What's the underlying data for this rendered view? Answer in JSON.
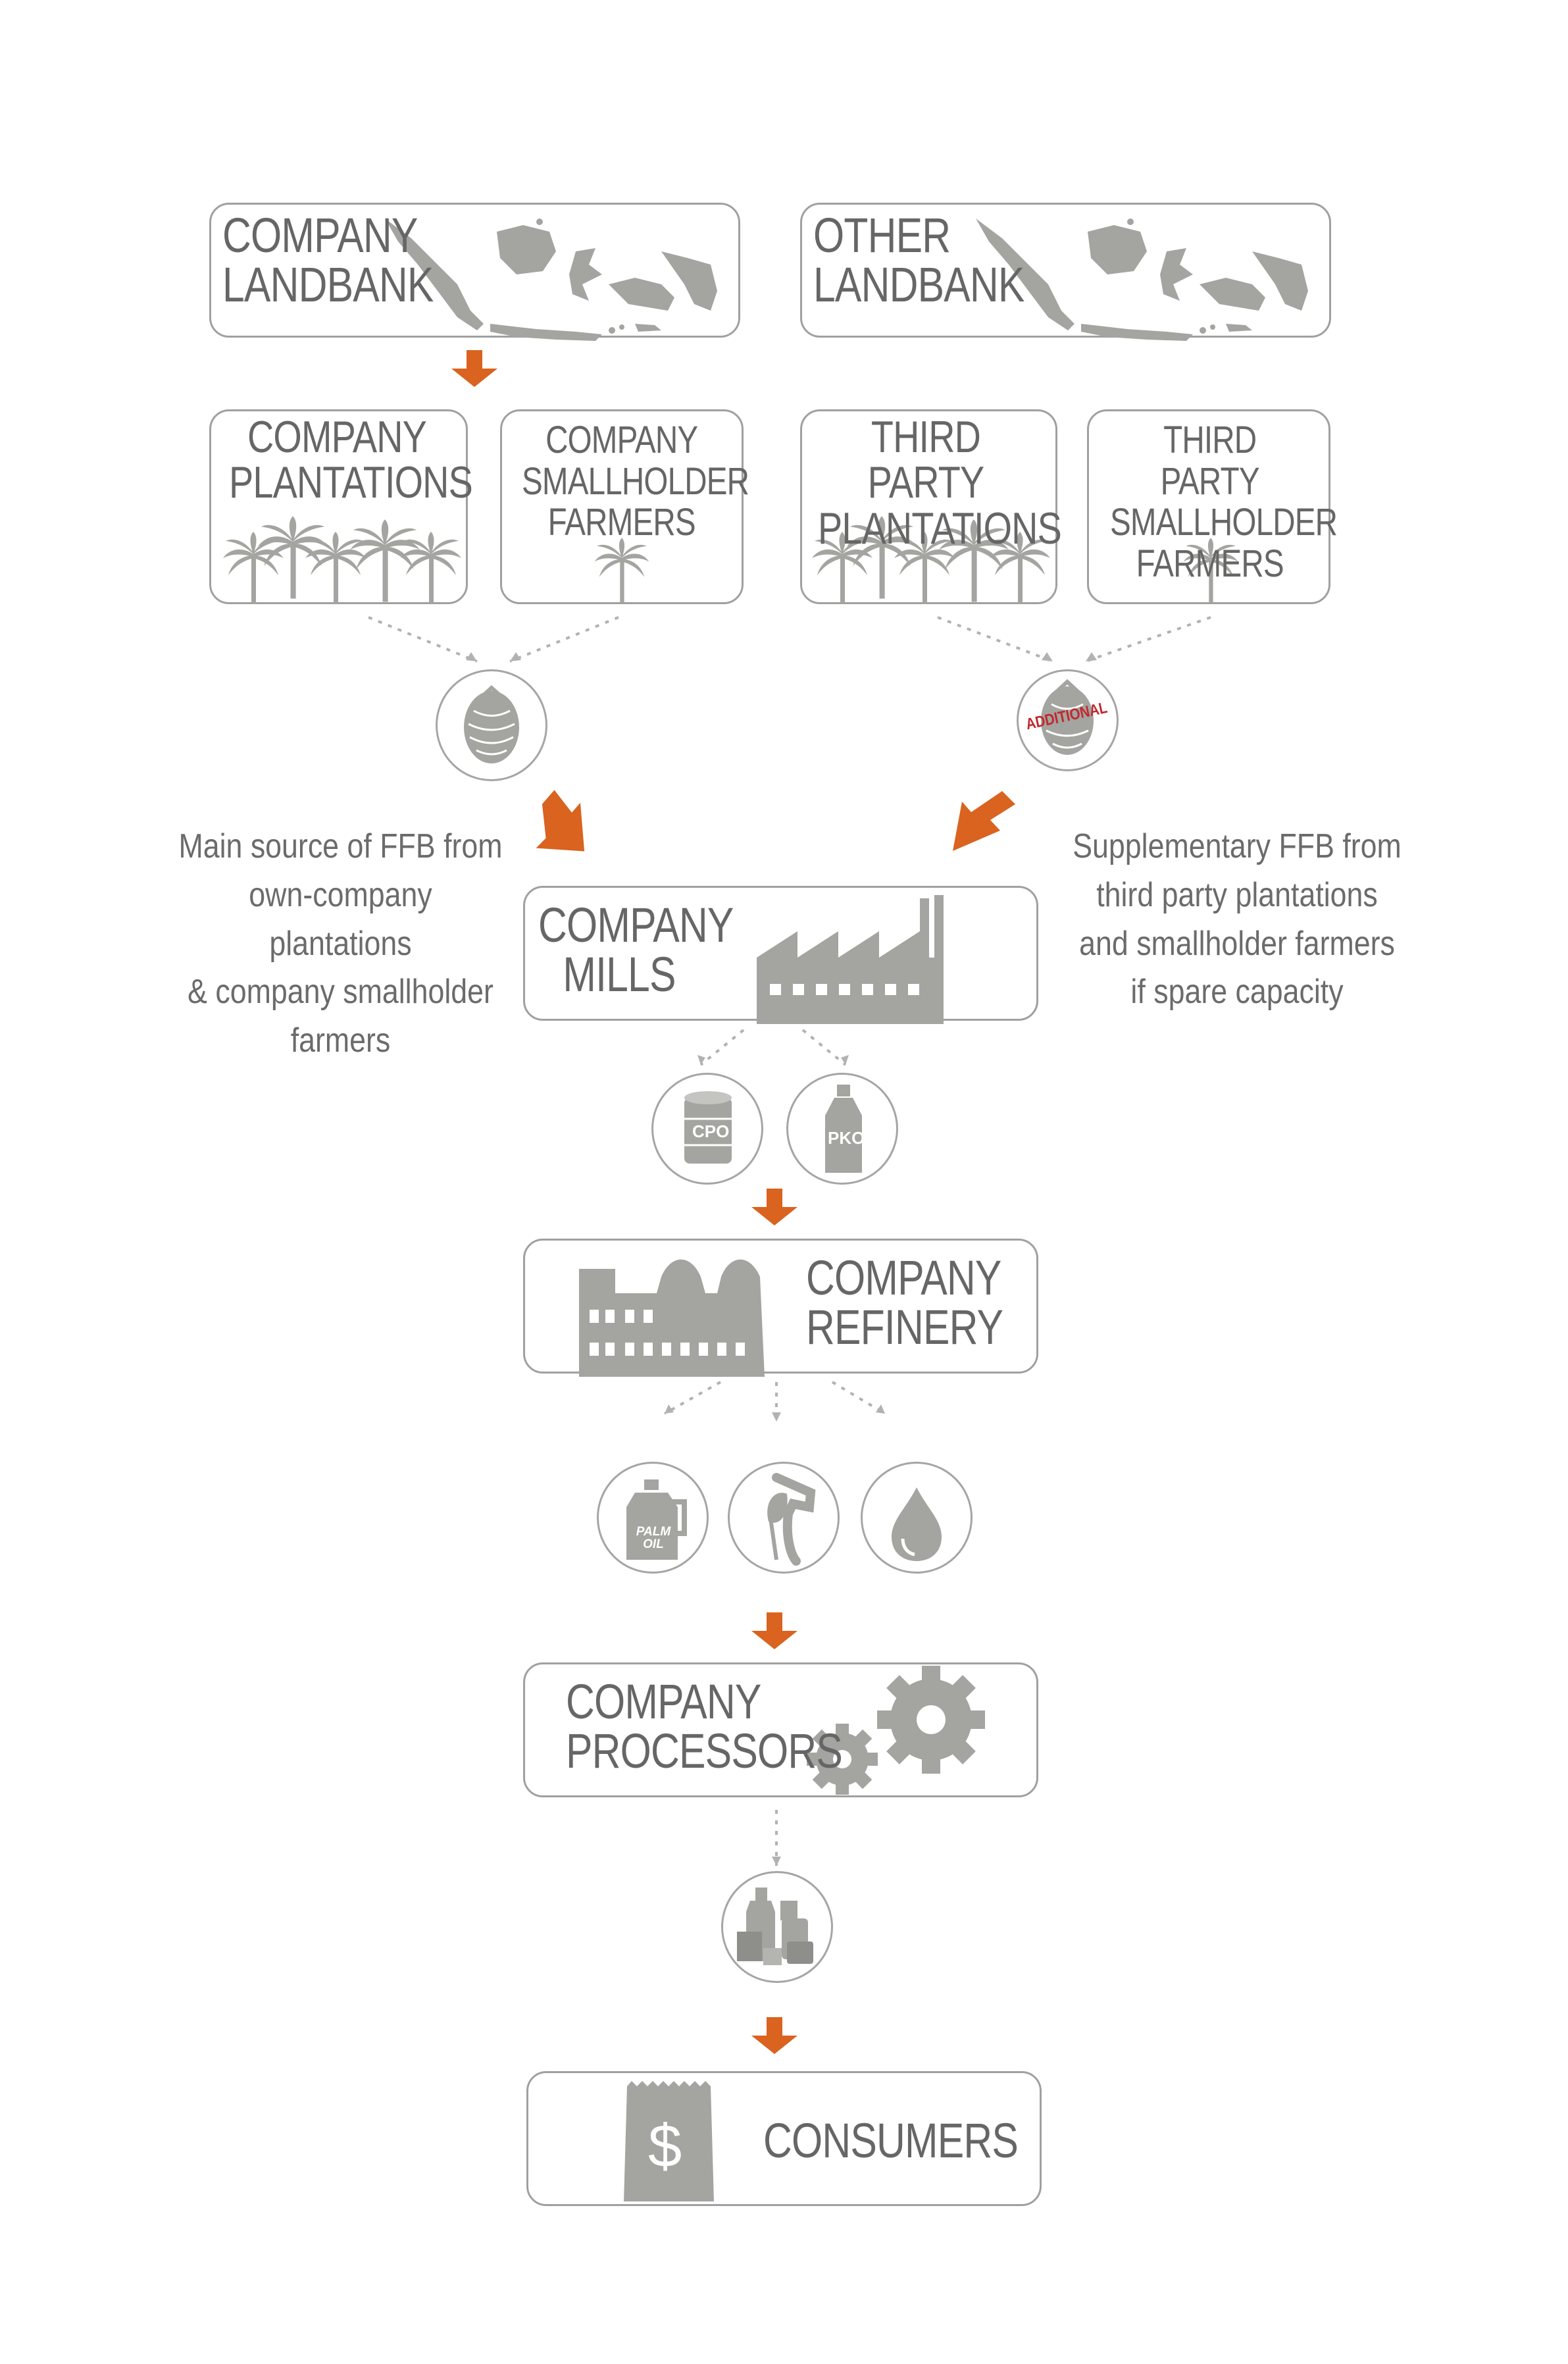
{
  "nodes": {
    "company_landbank": {
      "line1": "COMPANY",
      "line2": "LANDBANK"
    },
    "other_landbank": {
      "line1": "OTHER",
      "line2": "LANDBANK"
    },
    "company_plantations": {
      "line1": "COMPANY",
      "line2": "PLANTATIONS"
    },
    "company_smallholder": {
      "line1": "COMPANY",
      "line2": "SMALLHOLDER",
      "line3": "FARMERS"
    },
    "third_party_plantations": {
      "line1": "THIRD PARTY",
      "line2": "PLANTATIONS"
    },
    "third_party_smallholder": {
      "line1": "THIRD PARTY",
      "line2": "SMALLHOLDER",
      "line3": "FARMERS"
    },
    "company_mills": {
      "line1": "COMPANY",
      "line2": "MILLS"
    },
    "company_refinery": {
      "line1": "COMPANY",
      "line2": "REFINERY"
    },
    "company_processors": {
      "line1": "COMPANY",
      "line2": "PROCESSORS"
    },
    "consumers": {
      "label": "CONSUMERS"
    }
  },
  "badges": {
    "additional": "ADDITIONAL",
    "cpo": "CPO",
    "pko": "PKO",
    "palm_oil_1": "PALM",
    "palm_oil_2": "OIL",
    "dollar": "$"
  },
  "notes": {
    "main_source": [
      "Main source of FFB from",
      "own-company plantations",
      "& company smallholder",
      "farmers"
    ],
    "supplementary": [
      "Supplementary FFB from",
      "third party plantations",
      "and smallholder farmers",
      "if spare capacity"
    ]
  },
  "colors": {
    "arrow": "#d9631f",
    "icon_gray": "#a4a4a0",
    "box_border": "#a0a0a0",
    "text": "#666666",
    "stamp_red": "#c0282d"
  },
  "icons": [
    "indonesia-map-icon",
    "palm-tree-icon",
    "palm-fruit-icon",
    "factory-icon",
    "oil-drum-icon",
    "bottle-icon",
    "refinery-icon",
    "palm-oil-jug-icon",
    "biofuel-nozzle-icon",
    "oil-drop-icon",
    "gear-icon",
    "consumer-goods-icon",
    "shopping-bag-icon"
  ]
}
